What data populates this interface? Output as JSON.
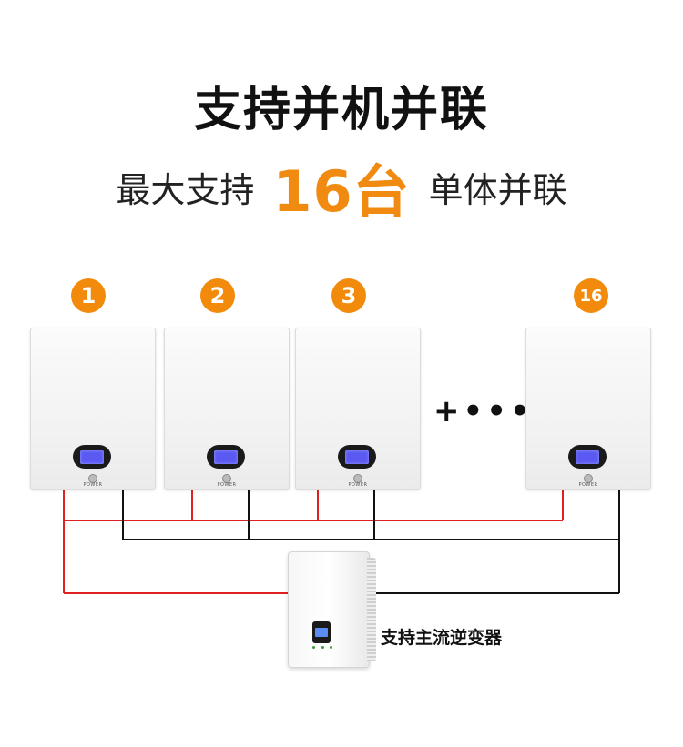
{
  "title": "支持并机并联",
  "subtitle": {
    "prefix": "最大支持",
    "highlight": "16台",
    "suffix": "单体并联"
  },
  "badges": [
    "1",
    "2",
    "3",
    "16"
  ],
  "battery": {
    "power_label": "POWER"
  },
  "ellipsis": "+•••",
  "inverter_label": "支持主流逆变器",
  "colors": {
    "accent": "#f28a0c",
    "wire_positive": "#e02020",
    "wire_negative": "#111111",
    "lcd": "#5a5af2"
  }
}
